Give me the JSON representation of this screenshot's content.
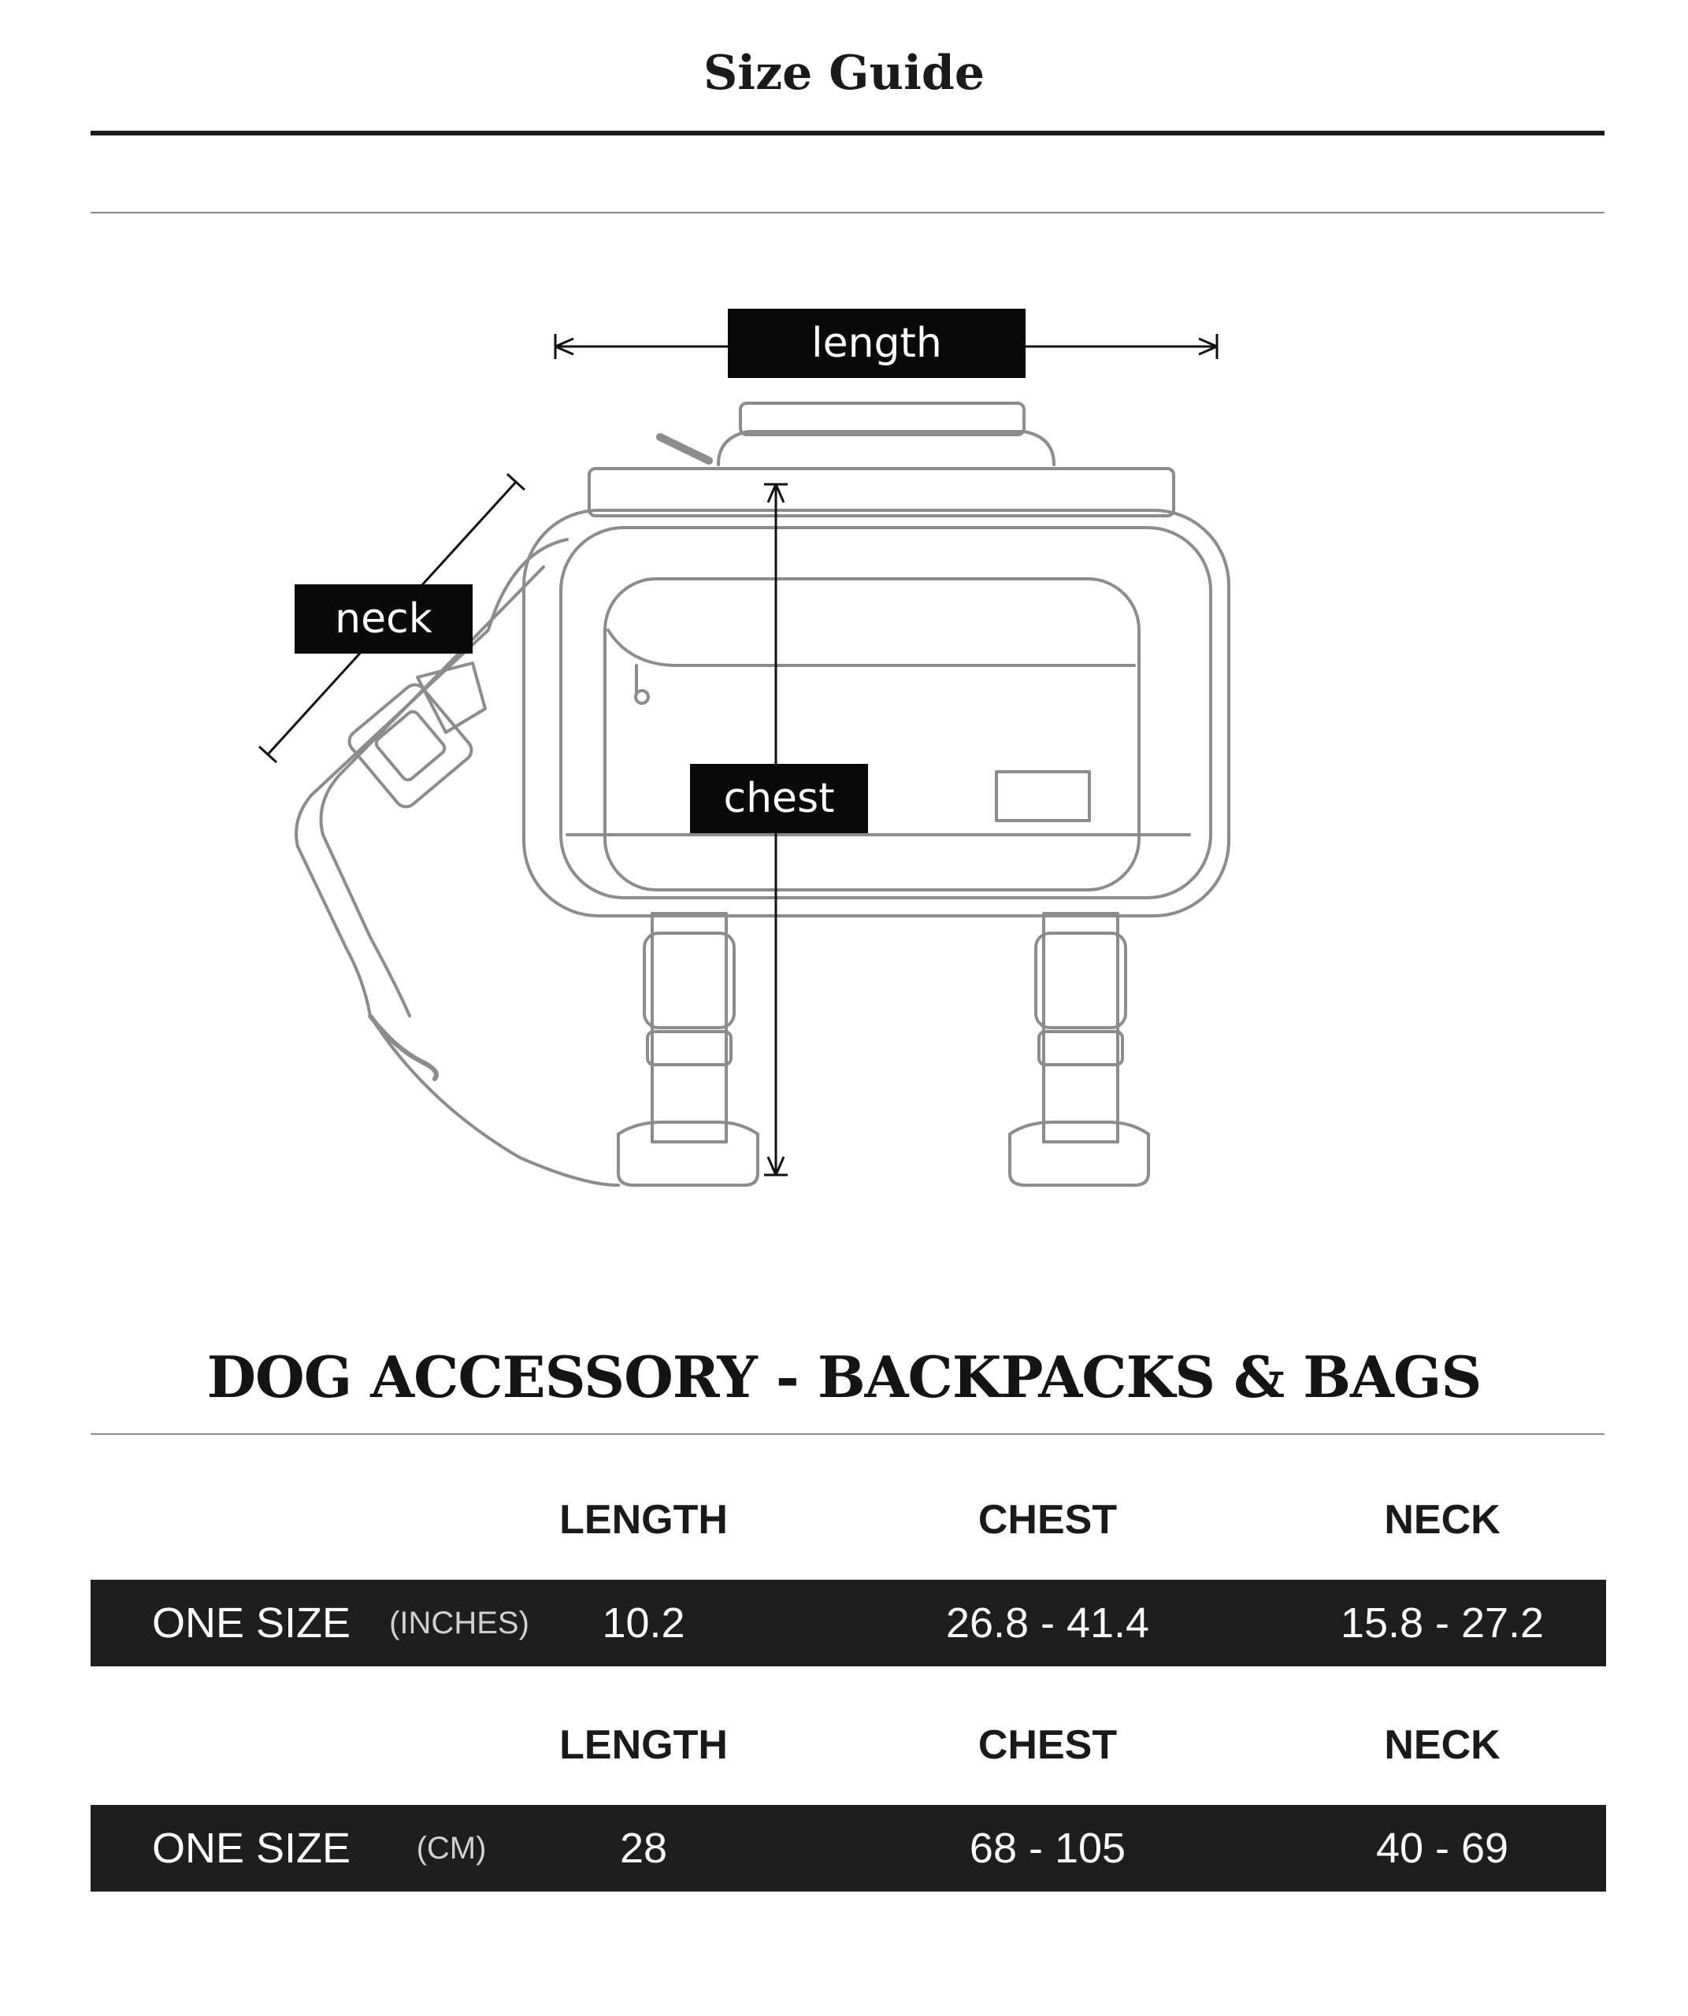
{
  "header": {
    "title": "Size Guide"
  },
  "diagram": {
    "labels": {
      "length": "length",
      "neck": "neck",
      "chest": "chest"
    }
  },
  "section": {
    "title": "DOG ACCESSORY - BACKPACKS & BAGS"
  },
  "size_table": {
    "columns": [
      "LENGTH",
      "CHEST",
      "NECK"
    ],
    "rows": [
      {
        "size": "ONE SIZE",
        "unit": "(INCHES)",
        "length": "10.2",
        "chest": "26.8 - 41.4",
        "neck": "15.8 - 27.2"
      },
      {
        "size": "ONE SIZE",
        "unit": "(CM)",
        "length": "28",
        "chest": "68 - 105",
        "neck": "40 - 69"
      }
    ]
  },
  "colors": {
    "ink": "#141414",
    "band": "#1e1e1e",
    "line_art": "#8c8c8c"
  }
}
